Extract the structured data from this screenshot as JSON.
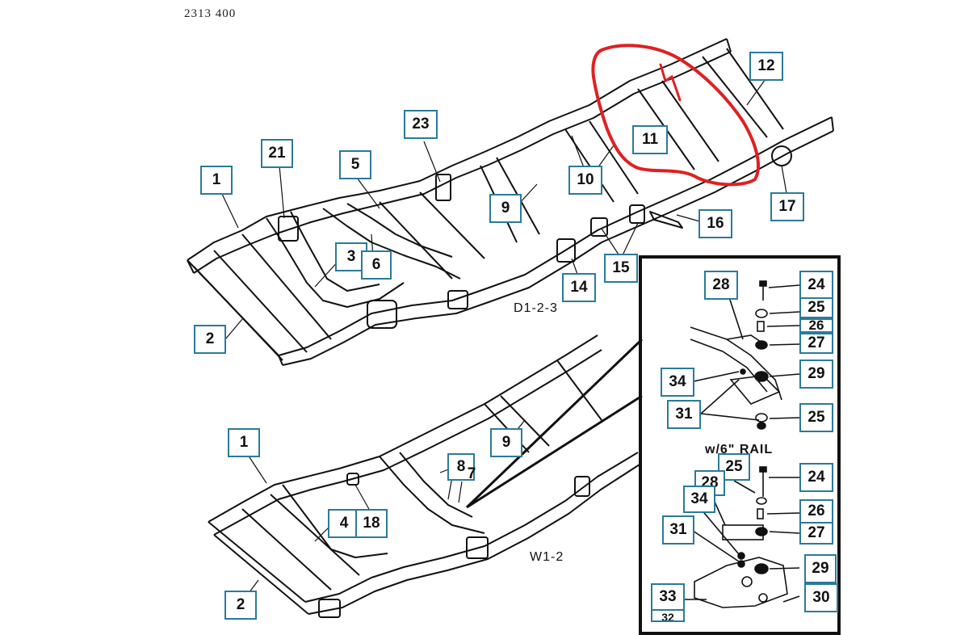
{
  "header_code": "2313  400",
  "captions": {
    "d123": "D1-2-3",
    "w12": "W1-2",
    "rail_note": "w/6\" RAIL"
  },
  "callouts": {
    "c1_top": "1",
    "c2_top": "2",
    "c3": "3",
    "c6": "6",
    "c21": "21",
    "c5": "5",
    "c23": "23",
    "c9_top": "9",
    "c10": "10",
    "c11": "11",
    "c12": "12",
    "c17": "17",
    "c16": "16",
    "c14": "14",
    "c15": "15",
    "c1_bot": "1",
    "c2_bot": "2",
    "c4": "4",
    "c18": "18",
    "c8": "8",
    "c7": "7",
    "c9_bot": "9",
    "c28": "28",
    "c24_a": "24",
    "c25_a": "25",
    "c26_a": "26",
    "c27_a": "27",
    "c34_a": "34",
    "c29_a": "29",
    "c31_a": "31",
    "c25_b": "25",
    "c25_c": "25",
    "c24_b": "24",
    "c28_b": "28",
    "c34_b": "34",
    "c26_b": "26",
    "c31_b": "31",
    "c27_b": "27",
    "c29_b": "29",
    "c33": "33",
    "c30": "30",
    "c32": "32"
  },
  "colors": {
    "callout_border": "#2b7a9a",
    "highlight_stroke": "#e02020",
    "line_art": "#111111"
  }
}
